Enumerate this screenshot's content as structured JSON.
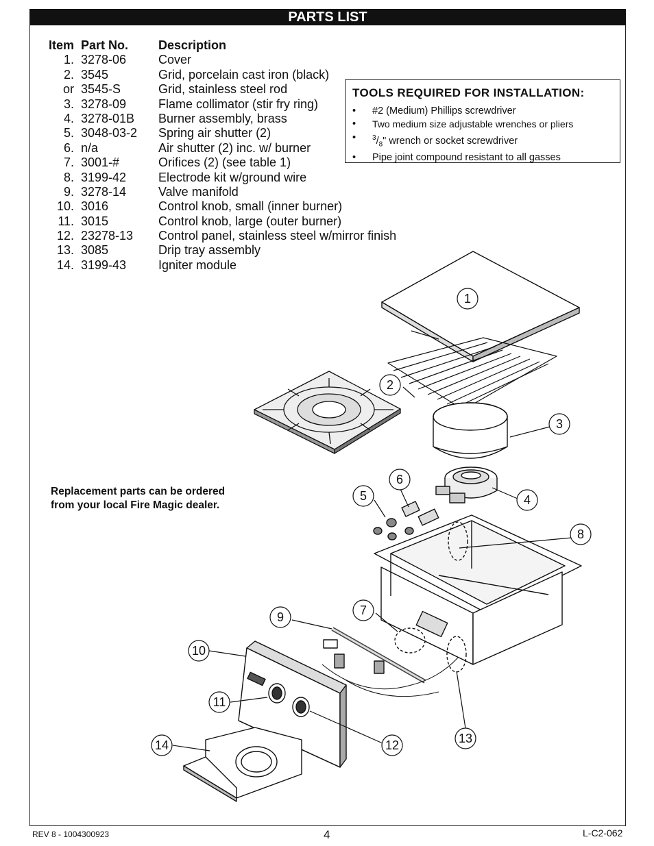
{
  "title": "PARTS LIST",
  "parts_list": {
    "headers": {
      "item": "Item",
      "part_no": "Part No.",
      "description": "Description"
    },
    "rows": [
      {
        "item": "1.",
        "part_no": "3278-06",
        "description": "Cover"
      },
      {
        "item": "2.",
        "part_no": "3545",
        "description": "Grid, porcelain cast iron (black)"
      },
      {
        "item": "or",
        "part_no": "3545-S",
        "description": "Grid, stainless steel rod"
      },
      {
        "item": "3.",
        "part_no": "3278-09",
        "description": "Flame collimator (stir fry ring)"
      },
      {
        "item": "4.",
        "part_no": "3278-01B",
        "description": "Burner assembly, brass"
      },
      {
        "item": "5.",
        "part_no": "3048-03-2",
        "description": "Spring air shutter (2)"
      },
      {
        "item": "6.",
        "part_no": "n/a",
        "description": "Air shutter (2) inc. w/ burner"
      },
      {
        "item": "7.",
        "part_no": "3001-#",
        "description": "Orifices (2) (see table 1)"
      },
      {
        "item": "8.",
        "part_no": "3199-42",
        "description": "Electrode kit w/ground wire"
      },
      {
        "item": "9.",
        "part_no": "3278-14",
        "description": "Valve manifold"
      },
      {
        "item": "10.",
        "part_no": " 3016",
        "description": "Control knob, small (inner burner)"
      },
      {
        "item": "11.",
        "part_no": " 3015",
        "description": "Control knob, large (outer burner)"
      },
      {
        "item": "12.",
        "part_no": "23278-13",
        "description": "Control panel, stainless steel w/mirror finish"
      },
      {
        "item": "13.",
        "part_no": "3085",
        "description": "Drip tray assembly"
      },
      {
        "item": "14.",
        "part_no": "3199-43",
        "description": "Igniter module"
      }
    ]
  },
  "tools": {
    "title": "TOOLS REQUIRED FOR INSTALLATION:",
    "bullet": "•",
    "items": [
      "#2 (Medium) Phillips screwdriver",
      "Two medium size adjustable wrenches or pliers",
      "3/8\" wrench or socket screwdriver",
      "Pipe joint compound resistant to all gasses"
    ],
    "fraction_numerator": "3",
    "fraction_denominator": "8",
    "fraction_rest": "\" wrench or socket screwdriver"
  },
  "note": {
    "line1": "Replacement parts can be ordered",
    "line2": "from your local Fire Magic dealer."
  },
  "callouts": [
    "1",
    "2",
    "3",
    "4",
    "5",
    "6",
    "7",
    "8",
    "9",
    "10",
    "11",
    "12",
    "13",
    "14"
  ],
  "footer": {
    "revision": "REV 8 - 1004300923",
    "page_number": "4",
    "doc_code": "L-C2-062"
  }
}
